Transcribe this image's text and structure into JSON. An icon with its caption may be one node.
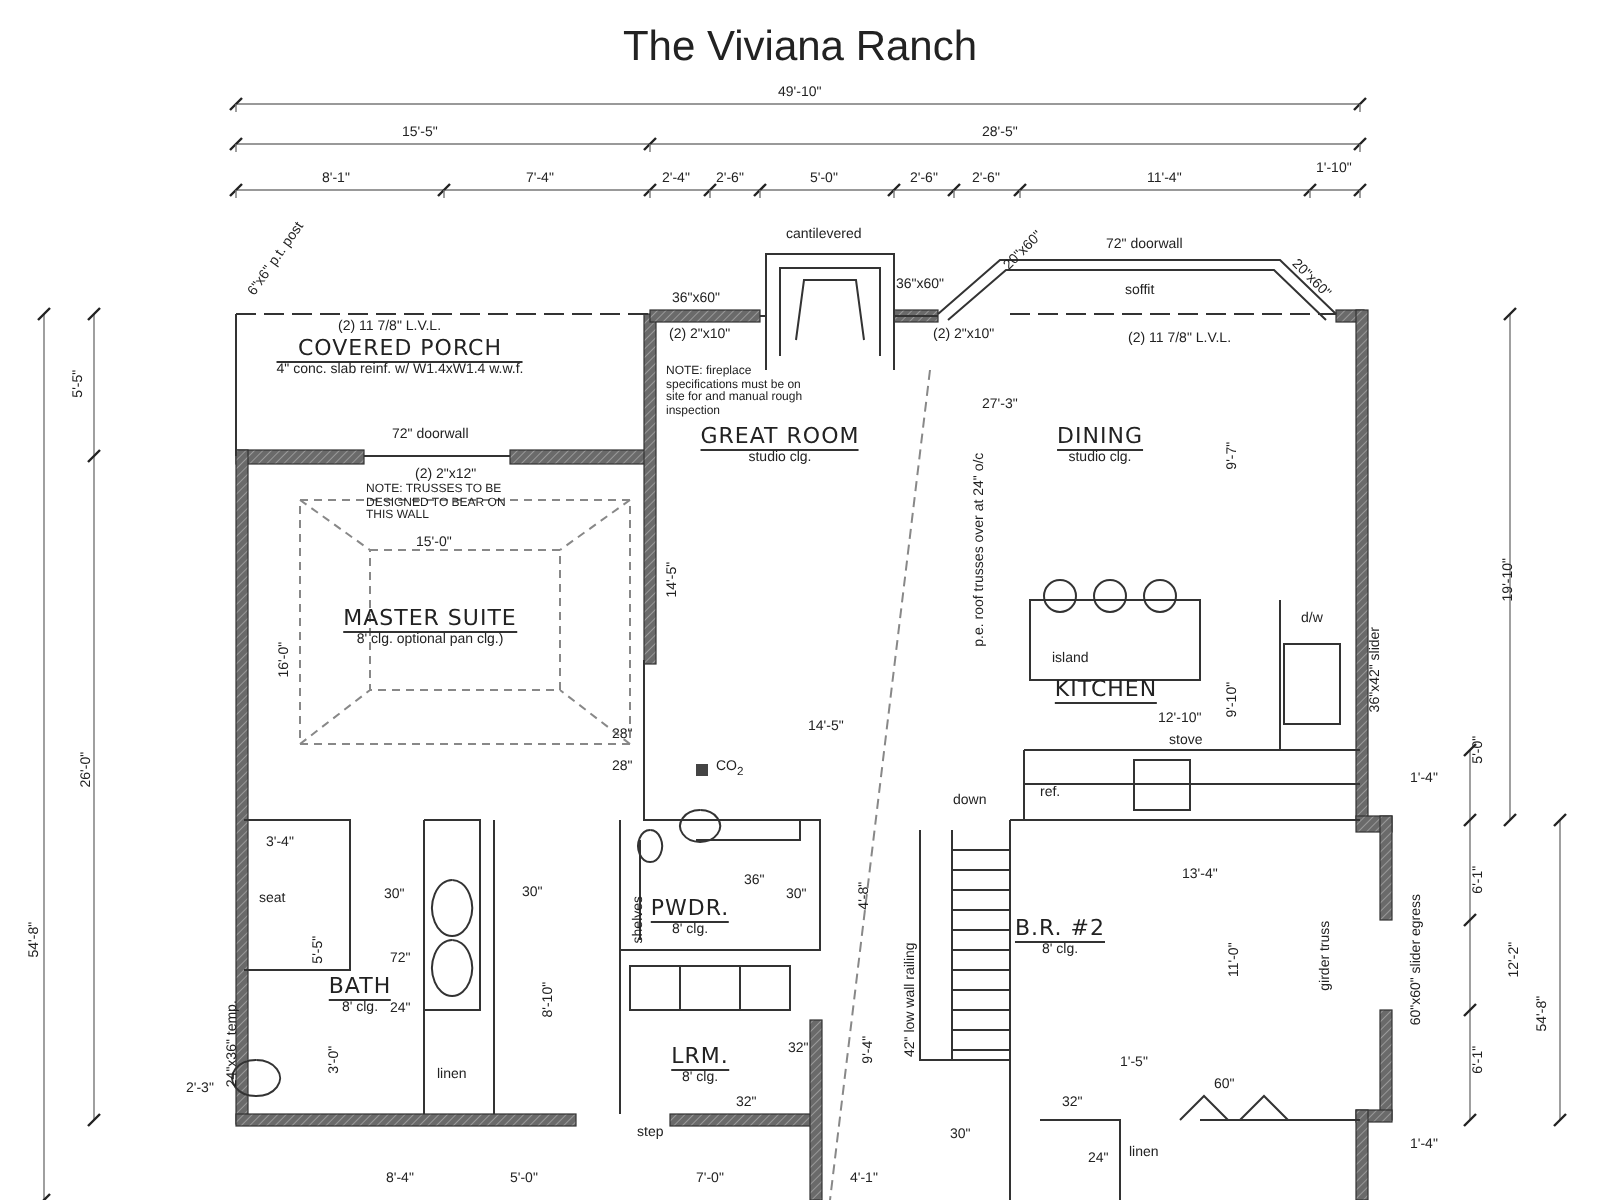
{
  "diagram": {
    "title": "The Viviana Ranch",
    "nodes": [
      {
        "text": [
          "COVERED PORCH",
          "4\" conc. slab reinf. w/ W1.4xW1.4 w.w.f."
        ]
      },
      {
        "text": [
          "GREAT ROOM",
          "studio clg."
        ]
      },
      {
        "text": [
          "DINING",
          "studio clg."
        ]
      },
      {
        "text": [
          "MASTER SUITE",
          "8' clg. optional pan clg.)"
        ]
      },
      {
        "text": [
          "KITCHEN"
        ]
      },
      {
        "text": [
          "B.R. #2",
          "8' clg."
        ]
      },
      {
        "text": [
          "BATH",
          "8' clg."
        ]
      },
      {
        "text": [
          "PWDR.",
          "8' clg."
        ]
      },
      {
        "text": [
          "LRM.",
          "8' clg."
        ]
      }
    ],
    "labels": [
      "49'-10\"",
      "15'-5\"",
      "28'-5\"",
      "8'-1\"",
      "7'-4\"",
      "2'-4\"",
      "2'-6\"",
      "5'-0\"",
      "2'-6\"",
      "2'-6\"",
      "11'-4\"",
      "1'-10\"",
      "6\"x6\" p.t. post",
      "cantilevered",
      "72\" doorwall",
      "20\"x60\"",
      "20\"x60\"",
      "soffit",
      "36\"x60\"",
      "36\"x60\"",
      "(2) 11 7/8\" L.V.L.",
      "(2) 2\"x10\"",
      "(2) 2\"x10\"",
      "(2) 11 7/8\" L.V.L.",
      "NOTE: fireplace specifications must be on site for and manual rough inspection",
      "27'-3\"",
      "9'-7\"",
      "5'-5\"",
      "72\" doorwall",
      "(2) 2\"x12\"",
      "NOTE: TRUSSES TO BE DESIGNED TO BEAR ON THIS WALL",
      "15'-0\"",
      "14'-5\"",
      "19'-10\"",
      "p.e. roof trusses over at 24\" o/c",
      "island",
      "d/w",
      "16'-0\"",
      "26'-0\"",
      "36\"x42\" slider",
      "9'-10\"",
      "12'-10\"",
      "28\"",
      "14'-5\"",
      "stove",
      "28\"",
      "CO$_{2}$",
      "ref.",
      "1'-4\"",
      "5'-0\"",
      "down",
      "3'-4\"",
      "13'-4\"",
      "4'-8\"",
      "seat",
      "30\"",
      "30\"",
      "36\"",
      "30\"",
      "72\"",
      "5'-5\"",
      "6'-1\"",
      "shelves",
      "11'-0\"",
      "girder truss",
      "60\"x60\" slider egress",
      "12'-2\"",
      "54'-8\"",
      "54'-8\"",
      "8'-10\"",
      "42\" low wall railing",
      "9'-4\"",
      "24\"x36\" temp.",
      "24\"",
      "3'-0\"",
      "linen",
      "32\"",
      "1'-5\"",
      "6'-1\"",
      "2'-3\"",
      "32\"",
      "32\"",
      "60\"",
      "30\"",
      "24\"",
      "linen",
      "1'-4\"",
      "step",
      "8'-4\"",
      "5'-0\"",
      "7'-0\"",
      "4'-1\""
    ]
  }
}
